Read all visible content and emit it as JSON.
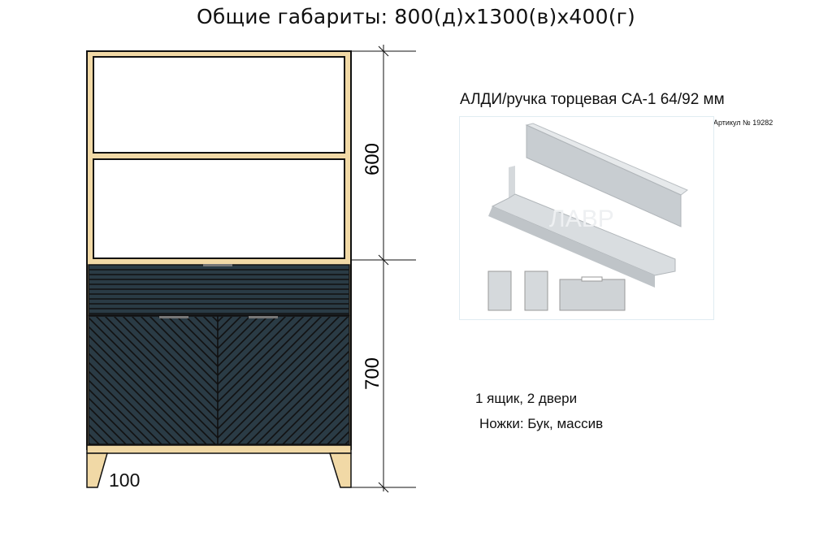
{
  "title": "Общие габариты: 800(д)х1300(в)х400(г)",
  "dimensions": {
    "upper": "600",
    "lower": "700",
    "legs": "100"
  },
  "handle": {
    "title": "АЛДИ/ручка торцевая СА-1 64/92 мм",
    "article": "Артикул № 19282",
    "watermark": "ЛАВР"
  },
  "notes": [
    "1 ящик, 2 двери",
    "Ножки: Бук, массив"
  ],
  "colors": {
    "wood": "#f1d9a6",
    "facade": "#2a3b45",
    "outline": "#111111",
    "aluminium": "#cfd4d8"
  }
}
